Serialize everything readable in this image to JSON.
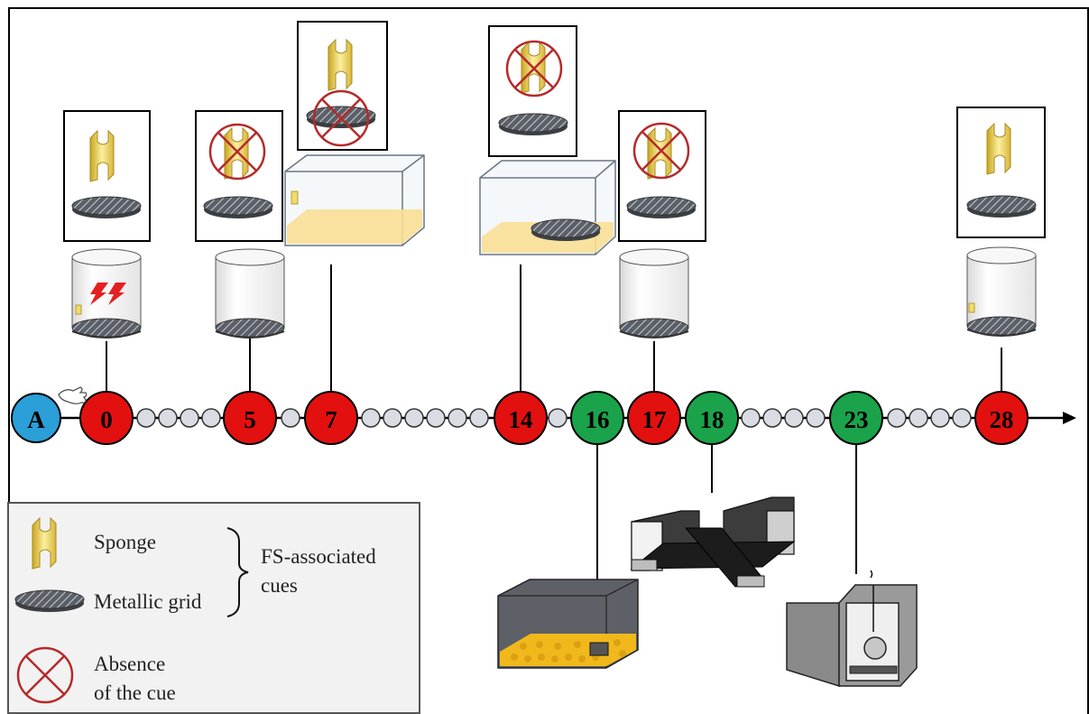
{
  "timeline": {
    "start_label": "A",
    "days": [
      {
        "label": "0",
        "color": "#e31010"
      },
      {
        "label": "5",
        "color": "#e31010"
      },
      {
        "label": "7",
        "color": "#e31010"
      },
      {
        "label": "14",
        "color": "#e31010"
      },
      {
        "label": "16",
        "color": "#1aa34a"
      },
      {
        "label": "17",
        "color": "#e31010"
      },
      {
        "label": "18",
        "color": "#1aa34a"
      },
      {
        "label": "23",
        "color": "#1aa34a"
      },
      {
        "label": "28",
        "color": "#e31010"
      }
    ],
    "start_color": "#2a9fd8",
    "small_dot_color": "#d9dde3"
  },
  "legend": {
    "sponge": "Sponge",
    "grid": "Metallic grid",
    "group_line1": "FS-associated",
    "group_line2": "cues",
    "absence_line1": "Absence",
    "absence_line2": "of the cue"
  },
  "colors": {
    "red": "#e31010",
    "green": "#1aa34a",
    "blue": "#2a9fd8",
    "sponge": "#f0dc6a",
    "bedding": "#f8df9a",
    "cross": "#b52a2a"
  }
}
